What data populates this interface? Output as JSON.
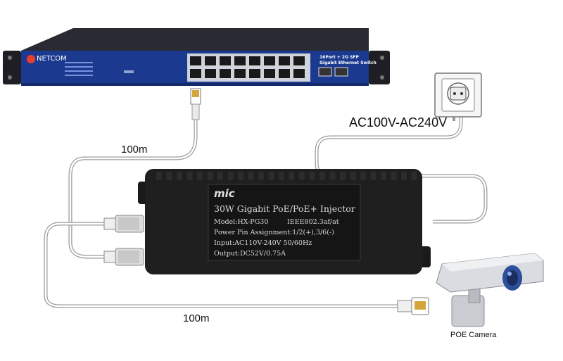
{
  "switch": {
    "brand": "NETCOM",
    "model_line1": "16Port + 2G SFP",
    "model_line2": "Gigabit Ethernet Switch",
    "colors": {
      "body": "#1b3a8f",
      "frame": "#1e1e24"
    }
  },
  "injector": {
    "logo": "mic",
    "title": "30W Gigabit PoE/PoE+ Injector",
    "model": "Model:HX-PG30",
    "standard": "IEEE802.3af/at",
    "power_pin": "Power Pin Assignment:1/2(+),3/6(-)",
    "input": "Input:AC110V-240V 50/60Hz",
    "output": "Output:DC52V/0.75A"
  },
  "labels": {
    "distance_top": "100m",
    "distance_bottom": "100m",
    "ac": "AC100V-AC240V",
    "camera": "POE Camera"
  }
}
